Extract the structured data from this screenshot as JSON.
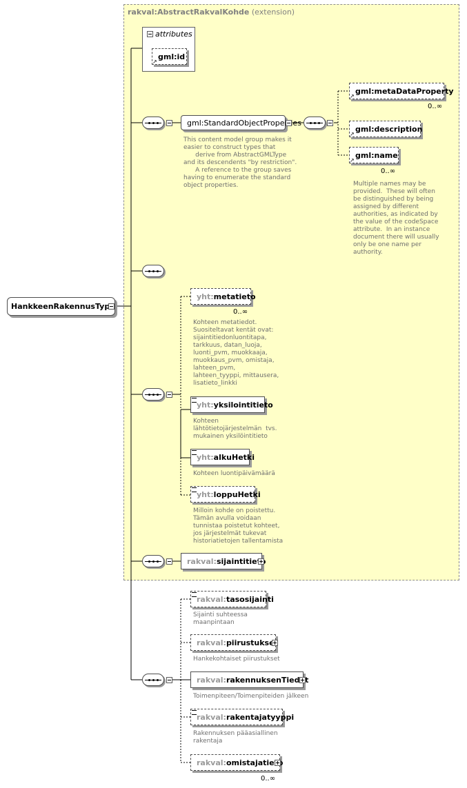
{
  "extension": {
    "prefix": "rakval:",
    "name": "AbstractRakvalKohde",
    "kind": "(extension)"
  },
  "attributes": {
    "label": "attributes",
    "gml_id": "gml:id"
  },
  "root": {
    "name": "HankkeenRakennusType"
  },
  "standard_object_properties": {
    "name": "gml:StandardObjectProperties",
    "note": "This content model group makes it\neasier to construct types that\n      derive from AbstractGMLType\nand its descendents \"by restriction\".\n      A reference to the group saves\nhaving to enumerate the standard\nobject properties."
  },
  "gml_children": [
    {
      "name": "gml:metaDataProperty",
      "card": "0..∞"
    },
    {
      "name": "gml:description"
    },
    {
      "name": "gml:name",
      "card": "0..∞",
      "note": "Multiple names may be\nprovided.  These will often\nbe distinguished by being\nassigned by different\nauthorities, as indicated by\nthe value of the codeSpace\nattribute.  In an instance\ndocument there will usually\nonly be one name per\nauthority."
    }
  ],
  "yht_elements": [
    {
      "prefix": "yht:",
      "name": "metatieto",
      "card": "0..∞",
      "note": "Kohteen metatiedot.\nSuositeltavat kentät ovat:\nsijaintitiedonluontitapa,\ntarkkuus, datan_luoja,\nluonti_pvm, muokkaaja,\nmuokkaus_pvm, omistaja,\nlahteen_pvm,\nlahteen_tyyppi, mittausera,\nlisatieto_linkki"
    },
    {
      "prefix": "yht:",
      "name": "yksilointitieto",
      "note": "Kohteen\nlähtötietojärjestelmän  tvs.\nmukainen yksilöintitieto"
    },
    {
      "prefix": "yht:",
      "name": "alkuHetki",
      "note": "Kohteen luontipäivämäärä"
    },
    {
      "prefix": "yht:",
      "name": "loppuHetki",
      "note": "Milloin kohde on poistettu.\nTämän avulla voidaan\ntunnistaa poistetut kohteet,\njos järjestelmät tukevat\nhistoriatietojen tallentamista"
    }
  ],
  "sijaintitieto": {
    "prefix": "rakval:",
    "name": "sijaintitieto"
  },
  "rakval_elements": [
    {
      "prefix": "rakval:",
      "name": "tasosijainti",
      "note": "Sijainti suhteessa\nmaanpintaan"
    },
    {
      "prefix": "rakval:",
      "name": "piirustukset",
      "note": "Hankekohtaiset piirustukset"
    },
    {
      "prefix": "rakval:",
      "name": "rakennuksenTiedot",
      "note": "Toimenpiteen/Toimenpiteiden jälkeen"
    },
    {
      "prefix": "rakval:",
      "name": "rakentajatyyppi",
      "note": "Rakennuksen pääasiallinen\nrakentaja"
    },
    {
      "prefix": "rakval:",
      "name": "omistajatieto",
      "card": "0..∞"
    }
  ]
}
